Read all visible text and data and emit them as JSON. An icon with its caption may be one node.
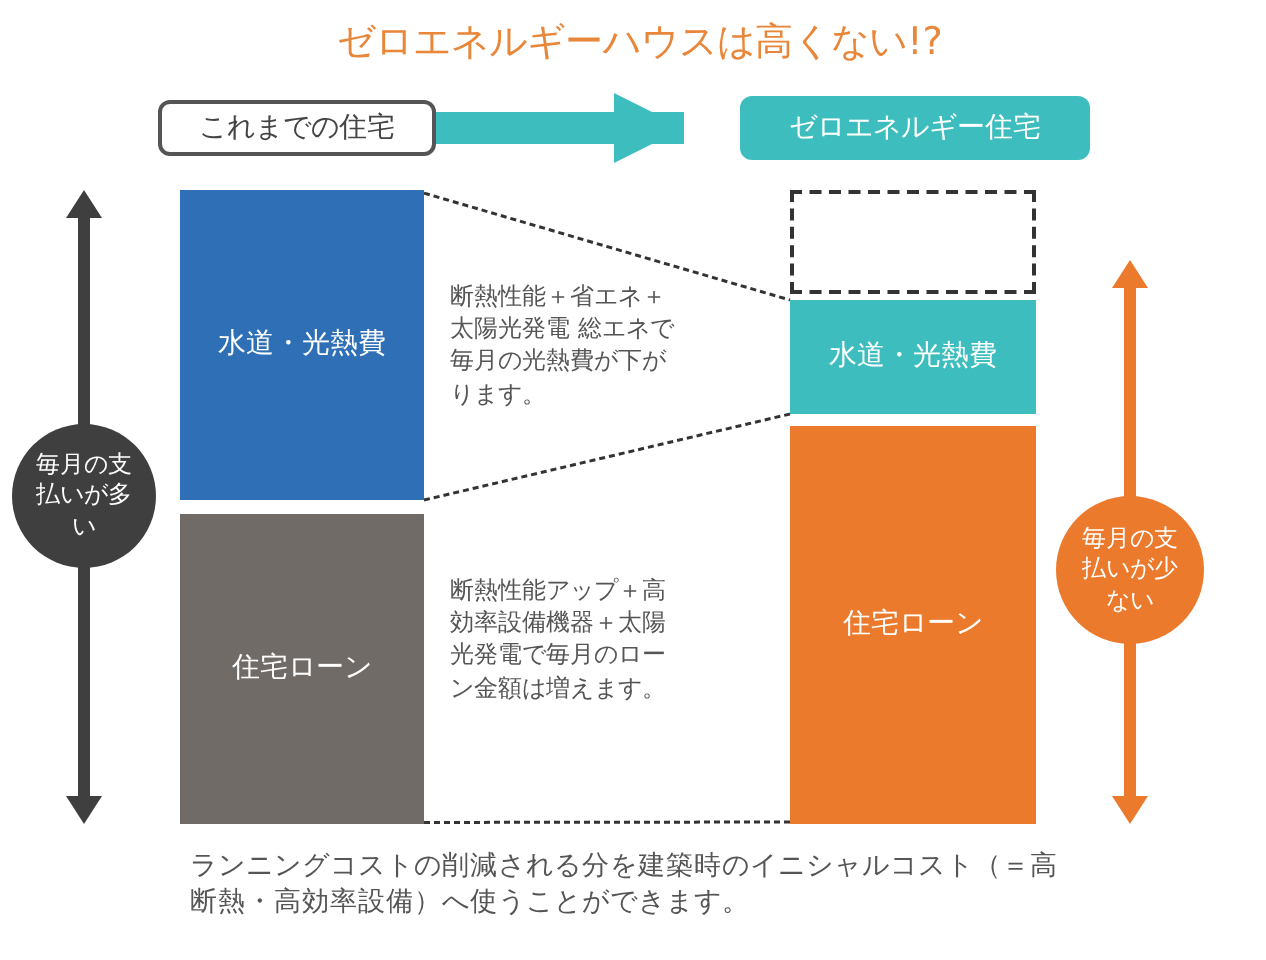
{
  "diagram": {
    "title": "ゼロエネルギーハウスは高くない!?",
    "caption": "ランニングコストの削減される分を建築時のイニシャルコスト（＝高断熱・高効率設備）へ使うことができます。",
    "nodes": [
      {
        "text": [
          "これまでの住宅"
        ]
      },
      {
        "text": [
          "ゼロエネルギー住宅"
        ]
      },
      {
        "text": [
          "水道・光熱費"
        ]
      },
      {
        "text": [
          "住宅ローン"
        ]
      },
      {
        "text": [],
        "shape": "box"
      },
      {
        "text": [
          "水道・光熱費"
        ]
      },
      {
        "text": [
          "住宅ローン"
        ]
      },
      {
        "text": [
          "毎月の支払いが多い"
        ]
      },
      {
        "text": [
          "毎月の支払いが少ない"
        ]
      }
    ],
    "edges": [
      {
        "from": 0,
        "to": 1,
        "arrow": "to",
        "style": "thick",
        "color": "#3dbdbd"
      },
      {
        "from": 2,
        "to": 5,
        "arrow": "none",
        "style": "dashed"
      },
      {
        "from": 2,
        "to": 5,
        "arrow": "none",
        "style": "dashed"
      },
      {
        "from": 3,
        "to": 6,
        "arrow": "none",
        "style": "dashed"
      }
    ],
    "labels": [
      "断熱性能＋省エネ＋太陽光発電 総エネで毎月の光熱費が下がります。",
      "断熱性能アップ＋高効率設備機器＋太陽光発電で毎月のローン金額は増えます。"
    ]
  }
}
